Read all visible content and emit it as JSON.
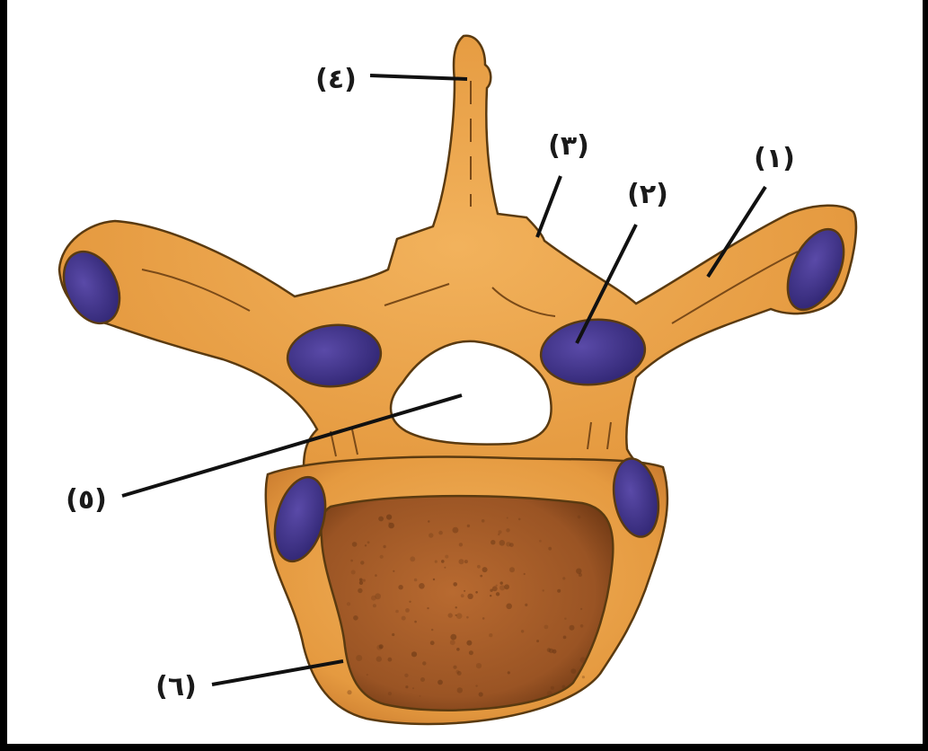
{
  "colors": {
    "background": "#ffffff",
    "frame": "#000000",
    "bone": "#e8a24a",
    "bone_shadow": "#b8702a",
    "facet": "#4b3c96",
    "facet_dark": "#2c2266",
    "body_surface": "#9e5826",
    "body_speckle": "#6e3a16"
  },
  "labels": [
    {
      "id": "1",
      "text": "(١)"
    },
    {
      "id": "2",
      "text": "(٢)"
    },
    {
      "id": "3",
      "text": "(٣)"
    },
    {
      "id": "4",
      "text": "(٤)"
    },
    {
      "id": "5",
      "text": "(٥)"
    },
    {
      "id": "6",
      "text": "(٦)"
    }
  ]
}
